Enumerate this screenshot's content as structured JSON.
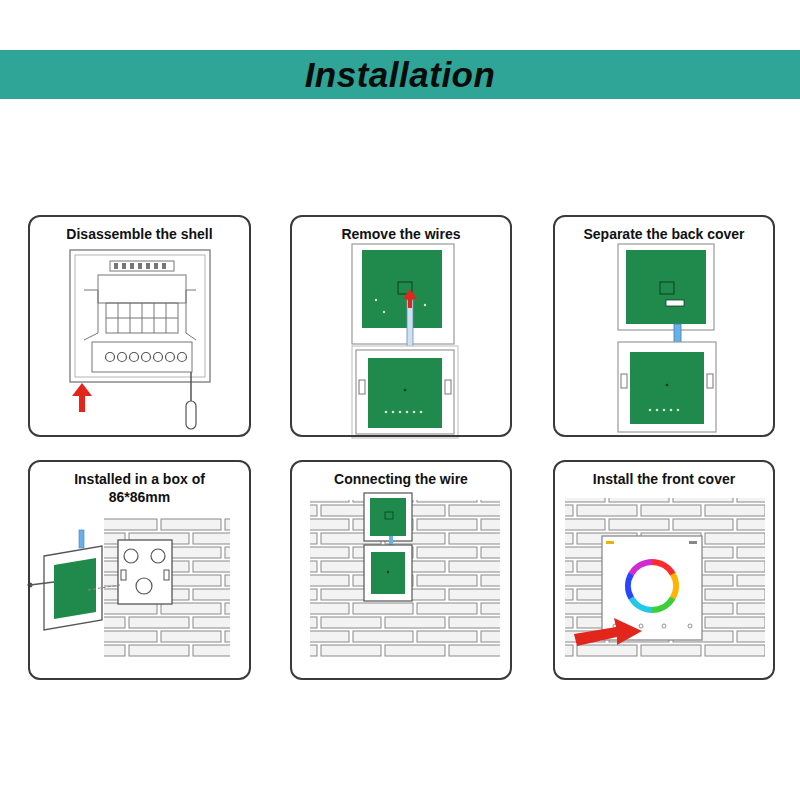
{
  "diagram": {
    "title": "Installation",
    "nodes": [
      {
        "text": [
          "Disassemble the shell"
        ]
      },
      {
        "text": [
          "Remove the wires"
        ]
      },
      {
        "text": [
          "Separate the back cover"
        ]
      },
      {
        "text": [
          "Installed in a box of 86*86mm"
        ]
      },
      {
        "text": [
          "Connecting the wire"
        ]
      },
      {
        "text": [
          "Install the front cover"
        ]
      }
    ]
  }
}
